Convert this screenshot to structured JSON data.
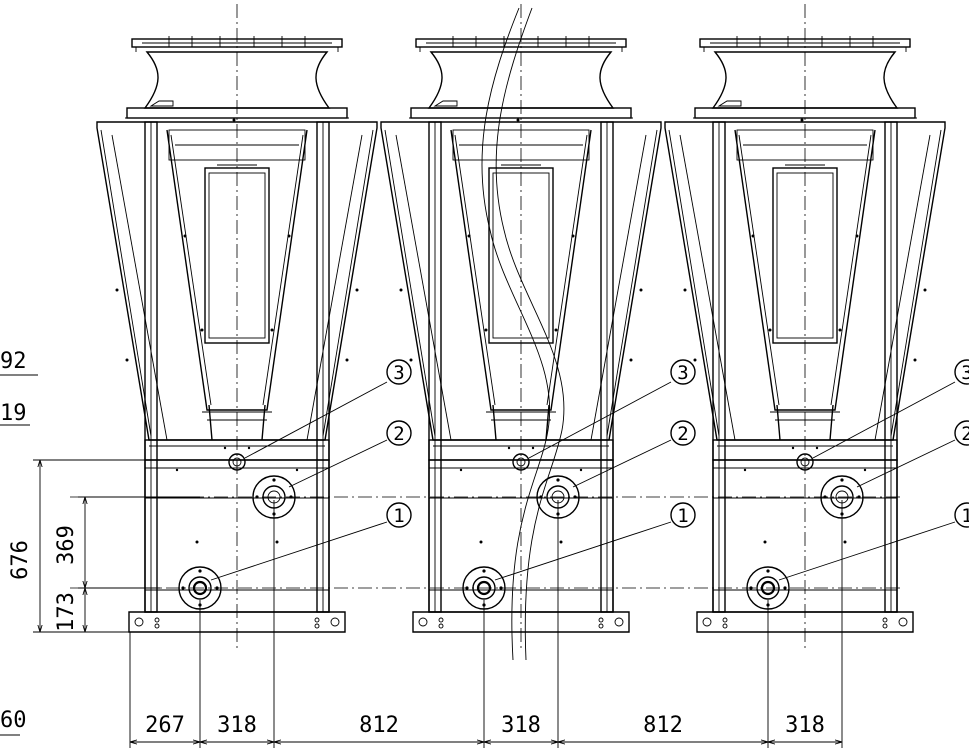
{
  "drawing": {
    "units": [
      {
        "id": "unit-1",
        "callouts": [
          "1",
          "2",
          "3"
        ]
      },
      {
        "id": "unit-2",
        "callouts": [
          "1",
          "2",
          "3"
        ]
      },
      {
        "id": "unit-3",
        "callouts": [
          "1",
          "2",
          "3"
        ]
      }
    ],
    "vertical_dimensions": {
      "total": "676",
      "upper": "369",
      "lower": "173"
    },
    "partial_dimensions": {
      "top": "92",
      "second": "19",
      "bottom_left": "60"
    },
    "horizontal_dimensions": [
      "267",
      "318",
      "812",
      "318",
      "812",
      "318"
    ]
  }
}
